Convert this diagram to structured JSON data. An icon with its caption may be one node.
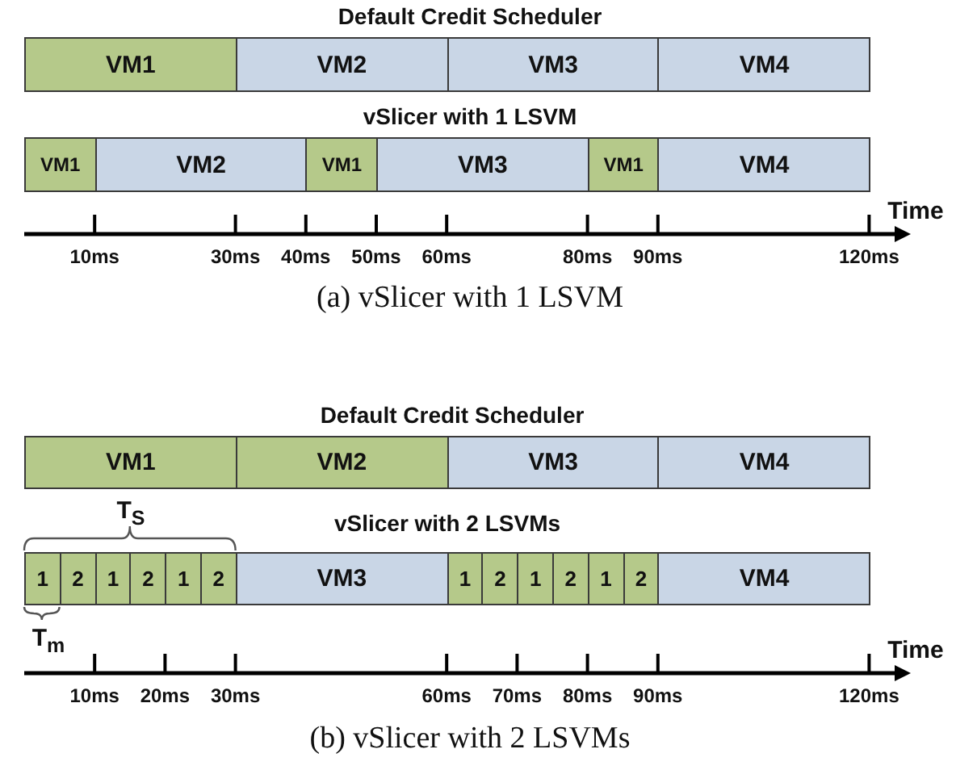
{
  "diagram": {
    "nodes": [
      {
        "text": [
          "VM1"
        ]
      },
      {
        "text": [
          "VM2"
        ]
      },
      {
        "text": [
          "VM3"
        ]
      },
      {
        "text": [
          "VM4"
        ]
      },
      {
        "text": [
          "VM1"
        ]
      },
      {
        "text": [
          "VM2"
        ]
      },
      {
        "text": [
          "VM1"
        ]
      },
      {
        "text": [
          "VM3"
        ]
      },
      {
        "text": [
          "VM1"
        ]
      },
      {
        "text": [
          "VM4"
        ]
      },
      {
        "text": [
          "VM1"
        ]
      },
      {
        "text": [
          "VM2"
        ]
      },
      {
        "text": [
          "VM3"
        ]
      },
      {
        "text": [
          "VM4"
        ]
      },
      {
        "text": [
          "1"
        ]
      },
      {
        "text": [
          "2"
        ]
      },
      {
        "text": [
          "1"
        ]
      },
      {
        "text": [
          "2"
        ]
      },
      {
        "text": [
          "1"
        ]
      },
      {
        "text": [
          "2"
        ]
      },
      {
        "text": [
          "VM3"
        ]
      },
      {
        "text": [
          "1"
        ]
      },
      {
        "text": [
          "2"
        ]
      },
      {
        "text": [
          "1"
        ]
      },
      {
        "text": [
          "2"
        ]
      },
      {
        "text": [
          "1"
        ]
      },
      {
        "text": [
          "2"
        ]
      },
      {
        "text": [
          "VM4"
        ]
      }
    ],
    "edges": [],
    "labels": [
      "Default Credit Scheduler",
      "vSlicer with 1 LSVM",
      "Time",
      "10ms",
      "30ms",
      "40ms",
      "50ms",
      "60ms",
      "80ms",
      "90ms",
      "120ms",
      "(a) vSlicer with 1 LSVM",
      "Default Credit Scheduler",
      "T$_{S}$",
      "vSlicer with 2 LSVMs",
      "T$_{m}$",
      "Time",
      "10ms",
      "20ms",
      "30ms",
      "60ms",
      "70ms",
      "80ms",
      "90ms",
      "120ms",
      "(b) vSlicer with 2 LSVMs"
    ]
  }
}
